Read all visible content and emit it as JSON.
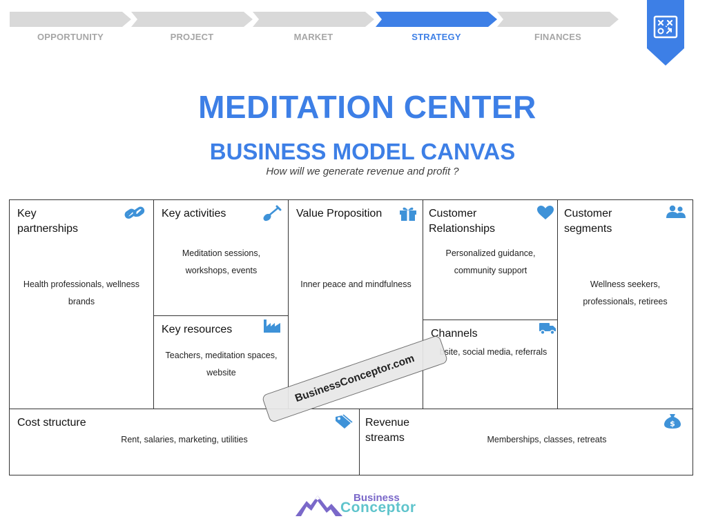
{
  "steps": [
    {
      "label": "OPPORTUNITY",
      "active": false
    },
    {
      "label": "PROJECT",
      "active": false
    },
    {
      "label": "MARKET",
      "active": false
    },
    {
      "label": "STRATEGY",
      "active": true
    },
    {
      "label": "FINANCES",
      "active": false
    }
  ],
  "title": "MEDITATION CENTER",
  "subtitle": "BUSINESS MODEL CANVAS",
  "question": "How will we generate revenue and profit ?",
  "canvas": {
    "key_partnerships": {
      "title": "Key partnerships",
      "text": "Health professionals, wellness brands",
      "icon": "link-icon"
    },
    "key_activities": {
      "title": "Key activities",
      "text": "Meditation sessions, workshops, events",
      "icon": "shovel-icon"
    },
    "key_resources": {
      "title": "Key resources",
      "text": "Teachers, meditation spaces, website",
      "icon": "factory-icon"
    },
    "value_proposition": {
      "title": "Value Proposition",
      "text": "Inner peace and mindfulness",
      "icon": "gift-icon"
    },
    "customer_relationships": {
      "title": "Customer Relationships",
      "text": "Personalized guidance, community support",
      "icon": "heart-icon"
    },
    "channels": {
      "title": "Channels",
      "text": "bsite, social media, referrals",
      "icon": "truck-icon"
    },
    "customer_segments": {
      "title": "Customer segments",
      "text": "Wellness seekers, professionals, retirees",
      "icon": "users-icon"
    },
    "cost_structure": {
      "title": "Cost structure",
      "text": "Rent, salaries, marketing, utilities",
      "icon": "tag-icon"
    },
    "revenue_streams": {
      "title": "Revenue streams",
      "text": "Memberships, classes, retreats",
      "icon": "money-bag-icon"
    }
  },
  "watermark": "BusinessConceptor.com",
  "logo": {
    "line1": "Business",
    "line2": "Conceptor"
  },
  "colors": {
    "accent": "#3d7fe6",
    "icon": "#3e92d8",
    "inactive": "#a6a6a6"
  }
}
